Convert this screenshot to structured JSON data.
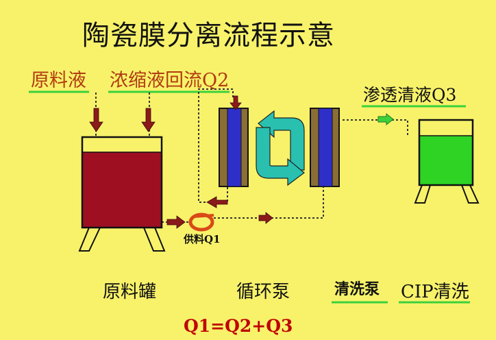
{
  "title": "陶瓷膜分离流程示意",
  "labels": {
    "feed": "原料液",
    "concentrate_return": "浓缩液回流Q2",
    "permeate": "渗透清液Q3",
    "feed_pump": "供料Q1"
  },
  "bottom_labels": {
    "feed_tank": "原料罐",
    "circulation_pump": "循环泵",
    "cleaning_pump": "清洗泵",
    "cip": "CIP清洗"
  },
  "formula": "Q1=Q2+Q3",
  "colors": {
    "background": "#f7f26a",
    "feed_liquid": "#9e0f22",
    "permeate_liquid": "#2ed324",
    "membrane_blue": "#2e2fc9",
    "membrane_frame": "#8a6e35",
    "swirl": "#29c0b0",
    "arrow": "#8b1a1a",
    "label_underline": "#3bd13b"
  }
}
